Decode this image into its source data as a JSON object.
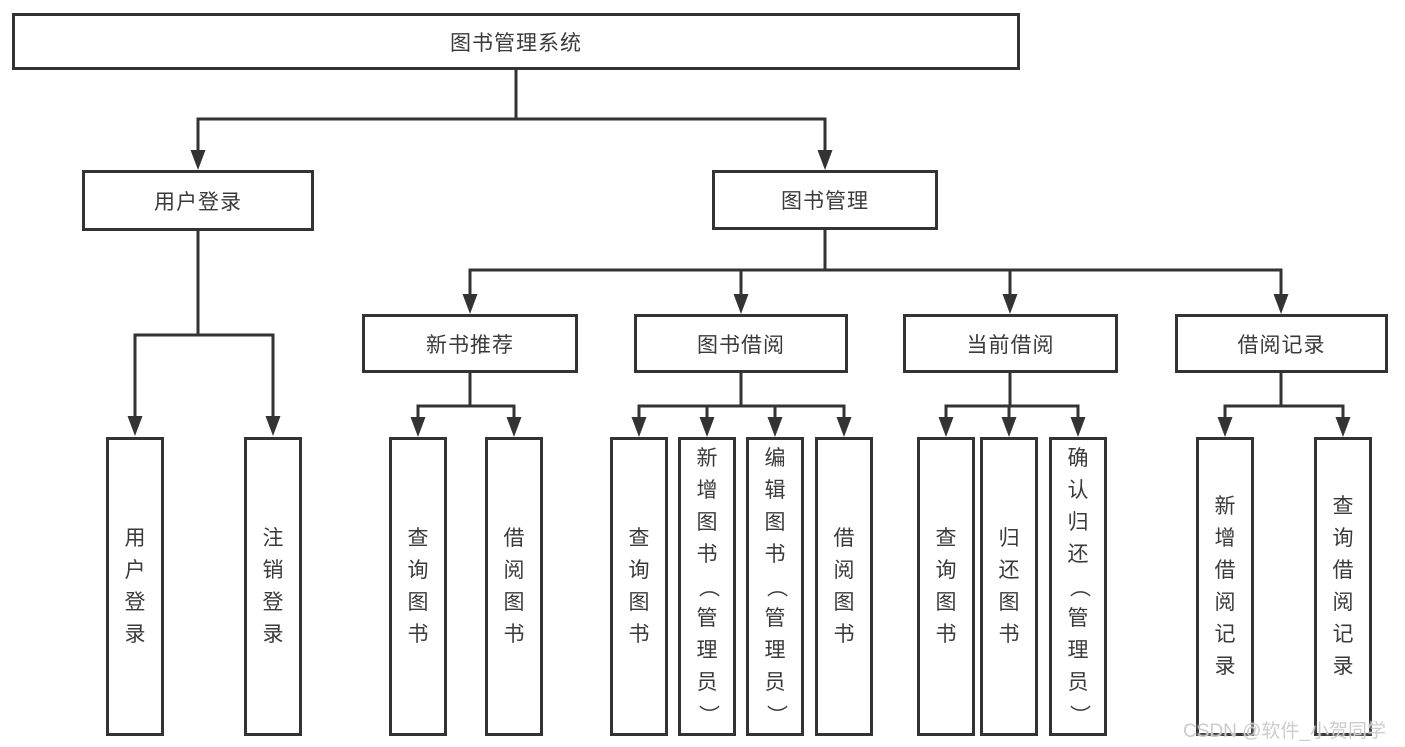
{
  "root": {
    "label": "图书管理系统"
  },
  "branches": [
    {
      "label": "用户登录",
      "children": [
        "用户登录",
        "注销登录"
      ]
    },
    {
      "label": "图书管理",
      "sections": [
        {
          "label": "新书推荐",
          "children": [
            "查询图书",
            "借阅图书"
          ]
        },
        {
          "label": "图书借阅",
          "children": [
            "查询图书",
            "新增图书（管理员）",
            "编辑图书（管理员）",
            "借阅图书"
          ]
        },
        {
          "label": "当前借阅",
          "children": [
            "查询图书",
            "归还图书",
            "确认归还（管理员）"
          ]
        },
        {
          "label": "借阅记录",
          "children": [
            "新增借阅记录",
            "查询借阅记录"
          ]
        }
      ]
    }
  ],
  "colors": {
    "line": "#333333",
    "text": "#3a3a3a",
    "watermark": "#c9c9c9"
  },
  "watermark": "CSDN @软件_小贺同学"
}
